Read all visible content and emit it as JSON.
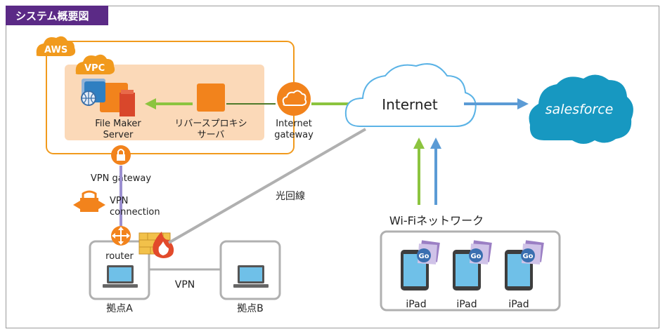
{
  "header": {
    "title": "システム概要図"
  },
  "aws": {
    "label": "AWS"
  },
  "vpc": {
    "label": "VPC"
  },
  "nodes": {
    "filemaker": {
      "line1": "File Maker",
      "line2": "Server"
    },
    "reverse_proxy": {
      "line1": "リバースプロキシ",
      "line2": "サーバ"
    },
    "internet_gateway": {
      "line1": "Internet",
      "line2": "gateway"
    },
    "internet": {
      "label": "Internet"
    },
    "salesforce": {
      "label": "salesforce"
    },
    "vpn_gateway": {
      "label": "VPN gateway"
    },
    "vpn_connection": {
      "line1": "VPN",
      "line2": "connection"
    },
    "router": {
      "label": "router"
    },
    "site_a": {
      "label": "拠点A"
    },
    "site_b": {
      "label": "拠点B"
    },
    "vpn_link": {
      "label": "VPN"
    },
    "fiber_line": {
      "label": "光回線"
    },
    "wifi": {
      "label": "Wi-Fiネットワーク"
    },
    "ipads": [
      {
        "label": "iPad",
        "badge": "Go"
      },
      {
        "label": "iPad",
        "badge": "Go"
      },
      {
        "label": "iPad",
        "badge": "Go"
      }
    ]
  },
  "colors": {
    "header_bg": "#5b2a86",
    "aws_orange": "#f19a1d",
    "vpc_fill": "#fbd9b8",
    "server_orange": "#f2831c",
    "green_arrow": "#8cc43f",
    "blue_arrow": "#5b9bd5",
    "gray_line": "#b0b0b0",
    "purple_line": "#9b8fd0",
    "salesforce_blue": "#1798c1"
  }
}
